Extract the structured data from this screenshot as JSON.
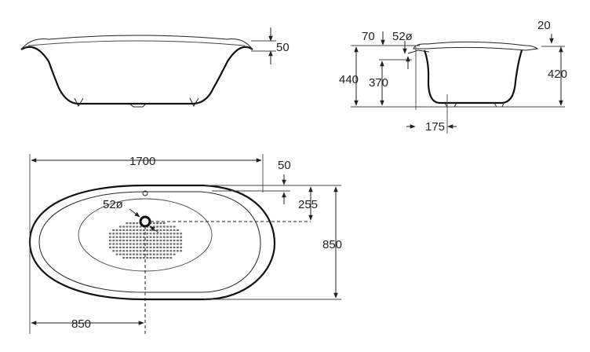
{
  "side_view": {
    "rim_height": "50"
  },
  "end_view": {
    "offset": "70",
    "drain_diameter": "52ø",
    "rim_depth": "20",
    "total_height": "440",
    "drain_height": "370",
    "inner_height": "420",
    "drain_distance": "175"
  },
  "top_view": {
    "length": "1700",
    "rim_width": "50",
    "drain_diameter": "52ø",
    "drain_offset": "255",
    "width": "850",
    "drain_position": "850"
  }
}
